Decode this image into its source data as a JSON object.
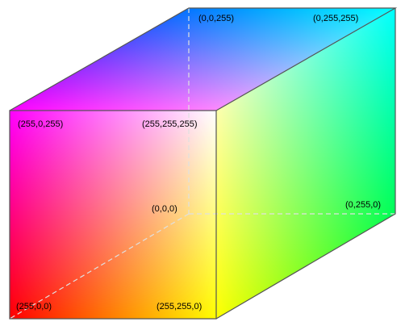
{
  "corners": [
    {
      "id": "top-back-left",
      "label": "(0,0,255)",
      "color": "#0000ff"
    },
    {
      "id": "top-back-right",
      "label": "(0,255,255)",
      "color": "#00ffff"
    },
    {
      "id": "top-front-left",
      "label": "(255,0,255)",
      "color": "#ff00ff"
    },
    {
      "id": "top-front-right",
      "label": "(255,255,255)",
      "color": "#ffffff"
    },
    {
      "id": "bottom-back-left",
      "label": "(0,0,0)",
      "color": "#000000"
    },
    {
      "id": "bottom-back-right",
      "label": "(0,255,0)",
      "color": "#00ff00"
    },
    {
      "id": "bottom-front-left",
      "label": "(255,0,0)",
      "color": "#ff0000"
    },
    {
      "id": "bottom-front-right",
      "label": "(255,255,0)",
      "color": "#ffff00"
    }
  ]
}
